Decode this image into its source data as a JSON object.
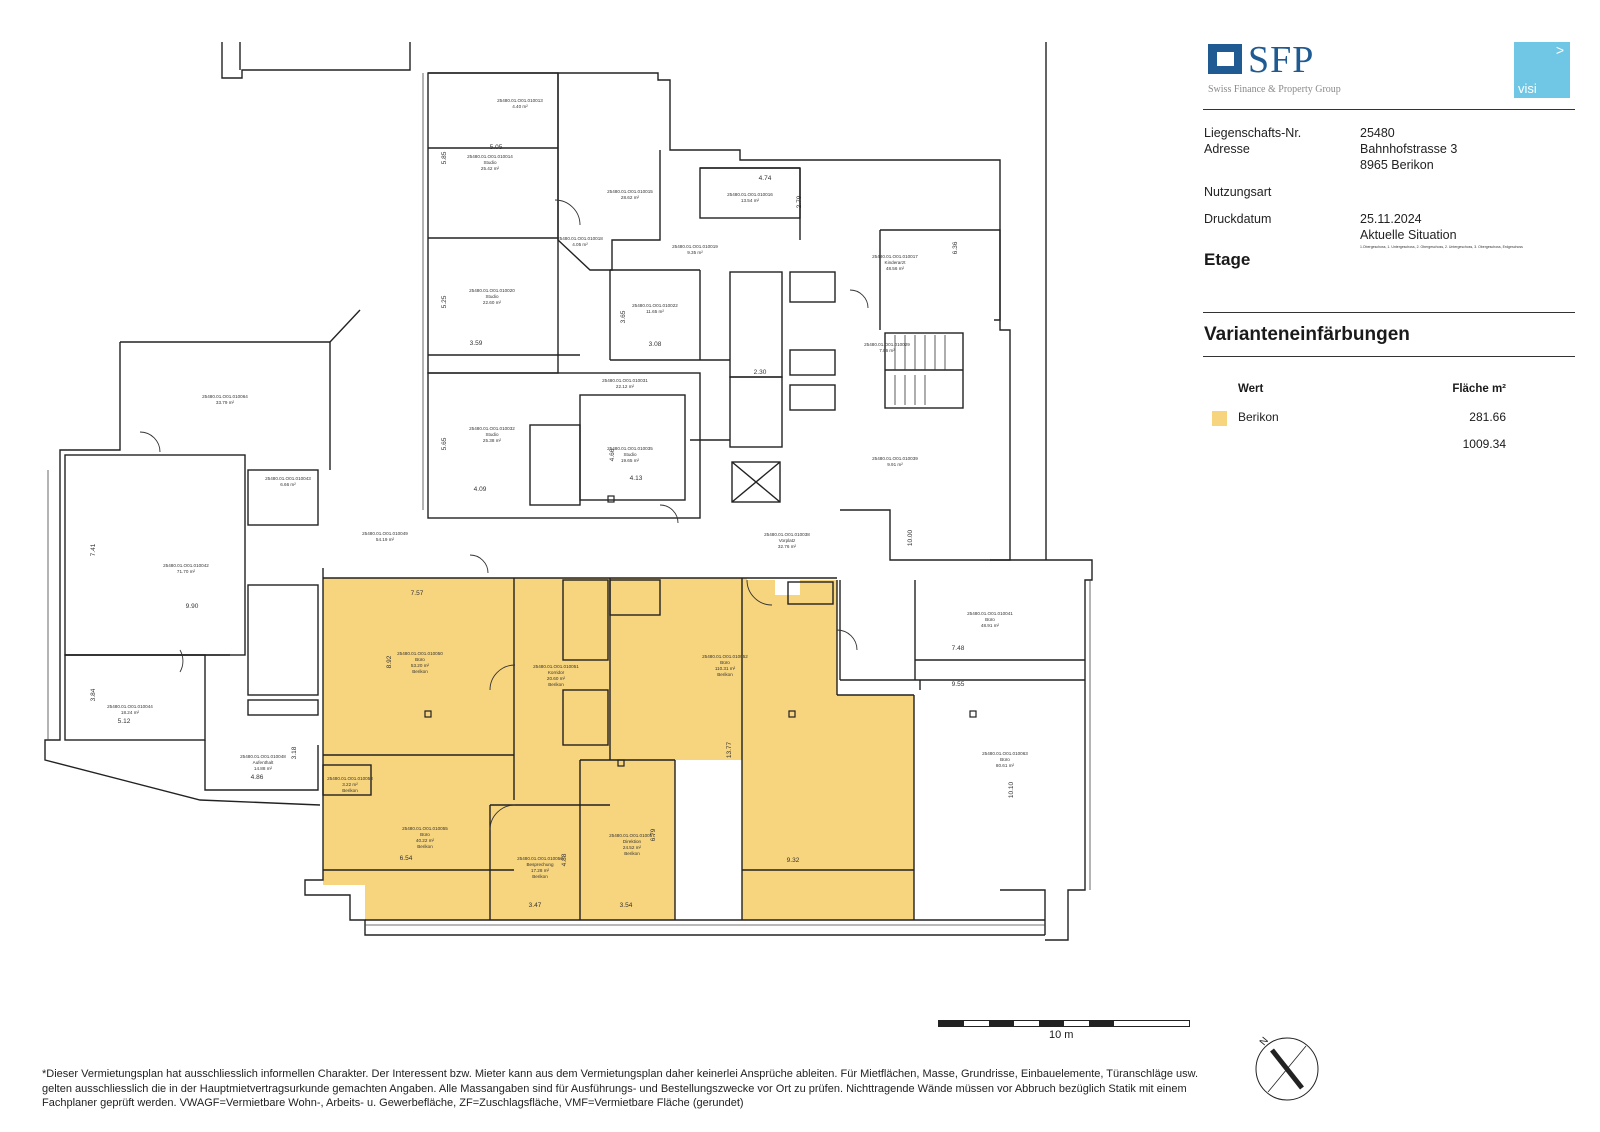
{
  "logo": {
    "sfp_text": "SFP",
    "sfp_subtitle": "Swiss Finance & Property Group",
    "visi_text": "visi",
    "visi_arrow": ">"
  },
  "info": {
    "liegenschaft_label": "Liegenschafts-Nr.",
    "liegenschaft_value": "25480",
    "adresse_label": "Adresse",
    "adresse_line1": "Bahnhofstrasse 3",
    "adresse_line2": "8965 Berikon",
    "nutzungsart_label": "Nutzungsart",
    "druckdatum_label": "Druckdatum",
    "druckdatum_value": "25.11.2024",
    "situation_value": "Aktuelle Situation",
    "etage_small": "1.Obergeschoss, 1. Untergeschoss, 2. Obergeschoss, 2. Untergeschoss, 3. Obergeschoss, Erdgeschoss"
  },
  "etage_heading": "Etage",
  "variant_heading": "Varianteneinfärbungen",
  "legend": {
    "col_wert": "Wert",
    "col_flaeche": "Fläche m²",
    "rows": [
      {
        "label": "Berikon",
        "value": "281.66",
        "color": "#f7d47e"
      },
      {
        "label": "",
        "value": "1009.34",
        "color": ""
      }
    ]
  },
  "scale": {
    "label": "10 m"
  },
  "compass": {
    "label": "N"
  },
  "disclaimer": "*Dieser Vermietungsplan hat ausschliesslich informellen Charakter. Der Interessent bzw. Mieter kann aus dem Vermietungsplan daher keinerlei Ansprüche ableiten. Für Mietflächen, Masse, Grundrisse, Einbauelemente, Türanschläge usw. gelten ausschliesslich die in der Hauptmietvertragsurkunde gemachten Angaben. Alle Massangaben sind für Ausführungs- und Bestellungszwecke vor Ort zu prüfen. Nichttragende Wände müssen vor Abbruch bezüglich Statik mit einem Fachplaner geprüft werden. VWAGF=Vermietbare Wohn-, Arbeits- u. Gewerbefläche, ZF=Zuschlagsfläche, VMF=Vermietbare Fläche (gerundet)",
  "plan": {
    "highlight_color": "#f7d47e",
    "rooms": [
      {
        "id": "25480.01.O01.010013",
        "name": "",
        "area": "4.40 m²"
      },
      {
        "id": "25480.01.O01.010014",
        "name": "Studio",
        "area": "25.42 m²"
      },
      {
        "id": "25480.01.O01.010015",
        "name": "",
        "area": "28.62 m²"
      },
      {
        "id": "25480.01.O01.010016",
        "name": "",
        "area": "13.54 m²"
      },
      {
        "id": "25480.01.O01.010017",
        "name": "Kinderarzt",
        "area": "48.56 m²"
      },
      {
        "id": "25480.01.O01.010018",
        "name": "",
        "area": "4.05 m²"
      },
      {
        "id": "25480.01.O01.010019",
        "name": "",
        "area": "9.35 m²"
      },
      {
        "id": "25480.01.O01.010020",
        "name": "Studio",
        "area": "22.60 m²"
      },
      {
        "id": "25480.01.O01.010022",
        "name": "",
        "area": "11.65 m²"
      },
      {
        "id": "25480.01.O01.010029",
        "name": "",
        "area": "7.06 m²"
      },
      {
        "id": "25480.01.O01.010031",
        "name": "",
        "area": "22.12 m²"
      },
      {
        "id": "25480.01.O01.010032",
        "name": "Studio",
        "area": "25.38 m²"
      },
      {
        "id": "25480.01.O01.010035",
        "name": "Studio",
        "area": "19.65 m²"
      },
      {
        "id": "25480.01.O01.010038",
        "name": "Vorplatz",
        "area": "32.76 m²"
      },
      {
        "id": "25480.01.O01.010039",
        "name": "",
        "area": "9.91 m²"
      },
      {
        "id": "25480.01.O01.010041",
        "name": "Büro",
        "area": "48.91 m²"
      },
      {
        "id": "25480.01.O01.010042",
        "name": "",
        "area": "71.70 m²"
      },
      {
        "id": "25480.01.O01.010043",
        "name": "",
        "area": "6.66 m²"
      },
      {
        "id": "25480.01.O01.010044",
        "name": "",
        "area": "18.24 m²"
      },
      {
        "id": "25480.01.O01.010048",
        "name": "Aufenthalt",
        "area": "14.88 m²"
      },
      {
        "id": "25480.01.O01.010049",
        "name": "",
        "area": "54.19 m²"
      },
      {
        "id": "25480.01.O01.010050",
        "name": "Büro",
        "area": "53.20 m²",
        "tenant": "Berikon"
      },
      {
        "id": "25480.01.O01.010051",
        "name": "Korridor",
        "area": "20.60 m²",
        "tenant": "Berikon"
      },
      {
        "id": "25480.01.O01.010052",
        "name": "Büro",
        "area": "110.31 m²",
        "tenant": "Berikon"
      },
      {
        "id": "25480.01.O01.010053",
        "name": "",
        "area": "3.22 m²",
        "tenant": "Berikon"
      },
      {
        "id": "25480.01.O01.010055",
        "name": "Büro",
        "area": "40.22 m²",
        "tenant": "Berikon"
      },
      {
        "id": "25480.01.O01.010056",
        "name": "Besprechung",
        "area": "17.28 m²",
        "tenant": "Berikon"
      },
      {
        "id": "25480.01.O01.010057",
        "name": "Direktion",
        "area": "24.52 m²",
        "tenant": "Berikon"
      },
      {
        "id": "25480.01.O01.010063",
        "name": "Büro",
        "area": "80.61 m²"
      },
      {
        "id": "25480.01.O01.010064",
        "name": "",
        "area": "33.79 m²"
      }
    ],
    "dimensions": [
      "5.05",
      "5.85",
      "4.74",
      "2.79",
      "6.36",
      "5.25",
      "3.59",
      "3.08",
      "3.65",
      "2.30",
      "5.65",
      "4.09",
      "4.13",
      "4.66",
      "10.00",
      "7.41",
      "9.90",
      "7.57",
      "8.92",
      "13.77",
      "7.48",
      "9.55",
      "10.10",
      "3.84",
      "5.12",
      "3.18",
      "4.86",
      "6.54",
      "6.79",
      "3.47",
      "3.54",
      "4.88",
      "9.32"
    ]
  }
}
